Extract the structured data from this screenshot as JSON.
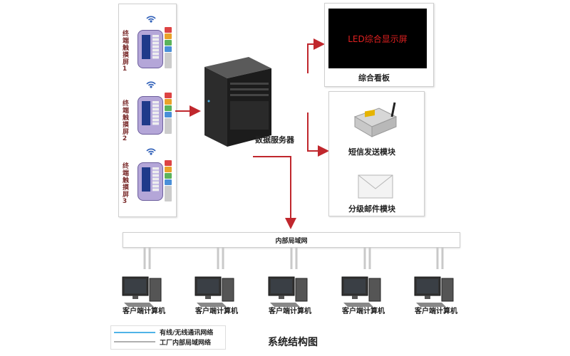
{
  "terminals": {
    "label": "终端触摸屏",
    "units": [
      {
        "number": "1"
      },
      {
        "number": "2"
      },
      {
        "number": "3"
      }
    ]
  },
  "server": {
    "label": "数据服务器"
  },
  "led_board": {
    "screen_text": "LED综合显示屏",
    "label": "综合看板"
  },
  "sms_module": {
    "label": "短信发送模块"
  },
  "mail_module": {
    "label": "分级邮件模块"
  },
  "lan": {
    "label": "内部局域网"
  },
  "clients": [
    {
      "label": "客户端计算机"
    },
    {
      "label": "客户端计算机"
    },
    {
      "label": "客户端计算机"
    },
    {
      "label": "客户端计算机"
    },
    {
      "label": "客户端计算机"
    }
  ],
  "legend": [
    {
      "label": "有线/无线通讯网络",
      "color": "#4fb3e8"
    },
    {
      "label": "工厂内部局域网络",
      "color": "#b0b0b0"
    }
  ],
  "title": "系统结构图",
  "colors": {
    "arrow": "#c0272d",
    "led_text": "#e02020"
  }
}
